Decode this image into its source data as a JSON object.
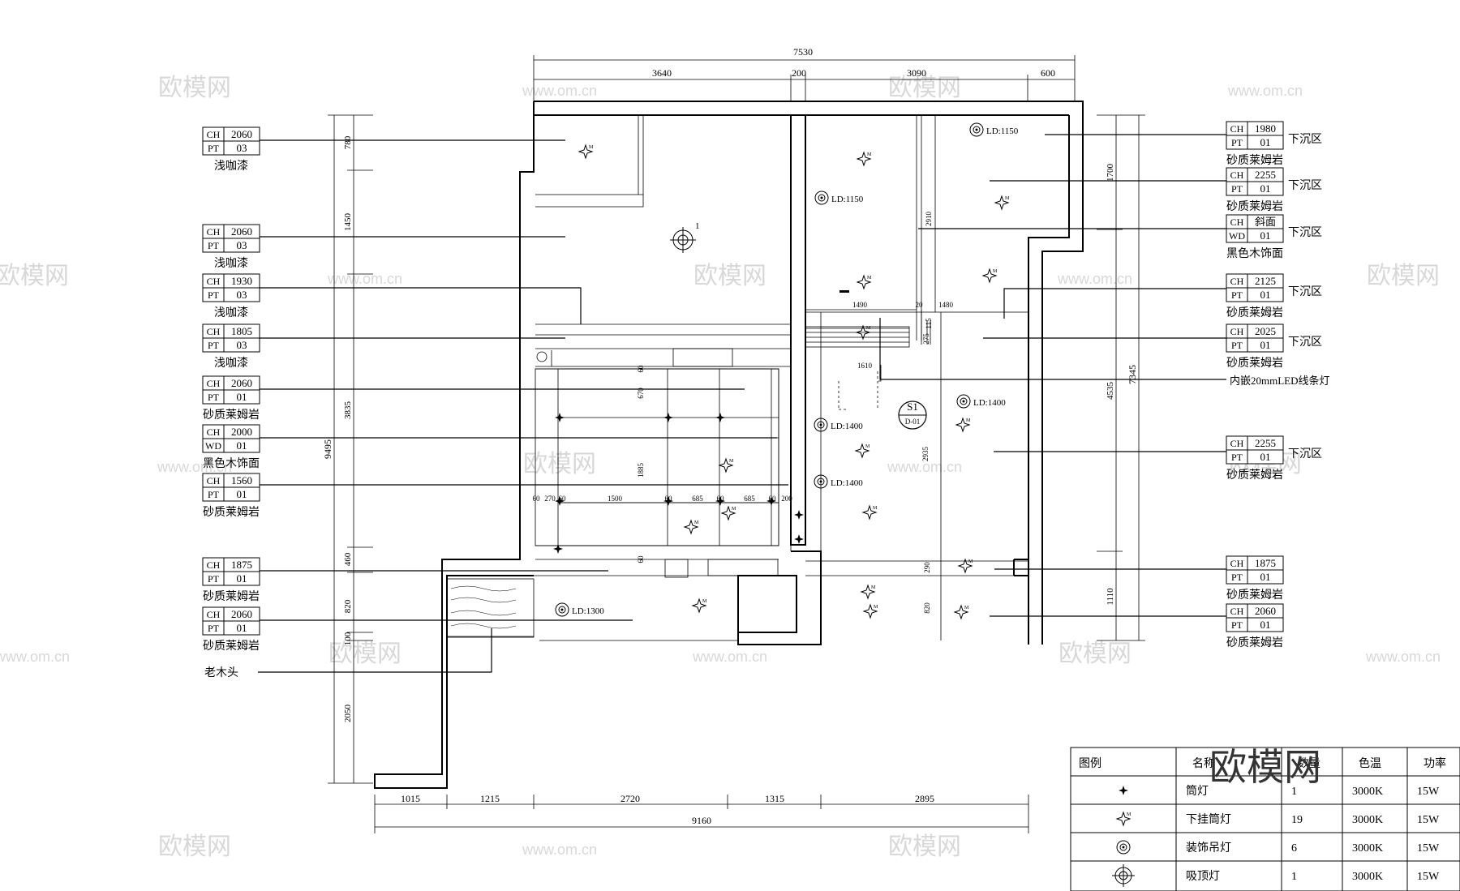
{
  "overall_dims": {
    "top_total": "7530",
    "bottom_total": "9160",
    "left_total": "9495",
    "right_total": "7345"
  },
  "top_dims": [
    "3640",
    "200",
    "3090",
    "600"
  ],
  "bottom_dims": [
    "1015",
    "1215",
    "2720",
    "1315",
    "2895"
  ],
  "left_dims": [
    "780",
    "1450",
    "3835",
    "460",
    "820",
    "100",
    "2050"
  ],
  "right_dims": [
    "1700",
    "4535",
    "1110"
  ],
  "inner_dims": [
    "1490",
    "1480",
    "20",
    "1610",
    "2910",
    "275",
    "115",
    "2935",
    "290",
    "820",
    "60",
    "270",
    "60",
    "1500",
    "60",
    "685",
    "60",
    "685",
    "60",
    "200",
    "1885",
    "670",
    "60",
    "60"
  ],
  "left_tags": [
    {
      "ch": "2060",
      "pt_code": "PT",
      "pt": "03",
      "desc": "浅咖漆"
    },
    {
      "ch": "2060",
      "pt_code": "PT",
      "pt": "03",
      "desc": "浅咖漆"
    },
    {
      "ch": "1930",
      "pt_code": "PT",
      "pt": "03",
      "desc": "浅咖漆"
    },
    {
      "ch": "1805",
      "pt_code": "PT",
      "pt": "03",
      "desc": "浅咖漆"
    },
    {
      "ch": "2060",
      "pt_code": "PT",
      "pt": "01",
      "desc": "砂质莱姆岩"
    },
    {
      "ch": "2000",
      "pt_code": "WD",
      "pt": "01",
      "desc": "黑色木饰面"
    },
    {
      "ch": "1560",
      "pt_code": "PT",
      "pt": "01",
      "desc": "砂质莱姆岩"
    },
    {
      "ch": "1875",
      "pt_code": "PT",
      "pt": "01",
      "desc": "砂质莱姆岩"
    },
    {
      "ch": "2060",
      "pt_code": "PT",
      "pt": "01",
      "desc": "砂质莱姆岩"
    }
  ],
  "left_note": "老木头",
  "right_tags": [
    {
      "ch": "1980",
      "pt_code": "PT",
      "pt": "01",
      "desc": "砂质莱姆岩",
      "note": "下沉区"
    },
    {
      "ch": "2255",
      "pt_code": "PT",
      "pt": "01",
      "desc": "砂质莱姆岩",
      "note": "下沉区"
    },
    {
      "ch": "斜面",
      "pt_code": "WD",
      "pt": "01",
      "desc": "黑色木饰面",
      "note": "下沉区"
    },
    {
      "ch": "2125",
      "pt_code": "PT",
      "pt": "01",
      "desc": "砂质莱姆岩",
      "note": "下沉区"
    },
    {
      "ch": "2025",
      "pt_code": "PT",
      "pt": "01",
      "desc": "砂质莱姆岩",
      "note": "下沉区"
    },
    {
      "ch": "2255",
      "pt_code": "PT",
      "pt": "01",
      "desc": "砂质莱姆岩",
      "note": "下沉区"
    },
    {
      "ch": "1875",
      "pt_code": "PT",
      "pt": "01",
      "desc": "砂质莱姆岩",
      "note": ""
    },
    {
      "ch": "2060",
      "pt_code": "PT",
      "pt": "01",
      "desc": "砂质莱姆岩",
      "note": ""
    }
  ],
  "ch_label": "CH",
  "led_note": "内嵌20mmLED线条灯",
  "ld_labels": [
    "LD:1150",
    "LD:1150",
    "LD:1400",
    "LD:1400",
    "LD:1400",
    "LD:1300"
  ],
  "section_mark": {
    "top": "S1",
    "bottom": "D-01"
  },
  "fixture_mark": "1",
  "legend": {
    "headers": [
      "图例",
      "名称",
      "数量",
      "色温",
      "功率"
    ],
    "rows": [
      {
        "icon": "downlight-icon",
        "name": "筒灯",
        "qty": "1",
        "temp": "3000K",
        "power": "15W"
      },
      {
        "icon": "pendant-downlight-icon",
        "name": "下挂筒灯",
        "qty": "19",
        "temp": "3000K",
        "power": "15W"
      },
      {
        "icon": "decor-pendant-icon",
        "name": "装饰吊灯",
        "qty": "6",
        "temp": "3000K",
        "power": "15W"
      },
      {
        "icon": "ceiling-lamp-icon",
        "name": "吸顶灯",
        "qty": "1",
        "temp": "3000K",
        "power": "15W"
      }
    ]
  },
  "watermark": {
    "brand": "欧模网",
    "url": "www.om.cn"
  }
}
